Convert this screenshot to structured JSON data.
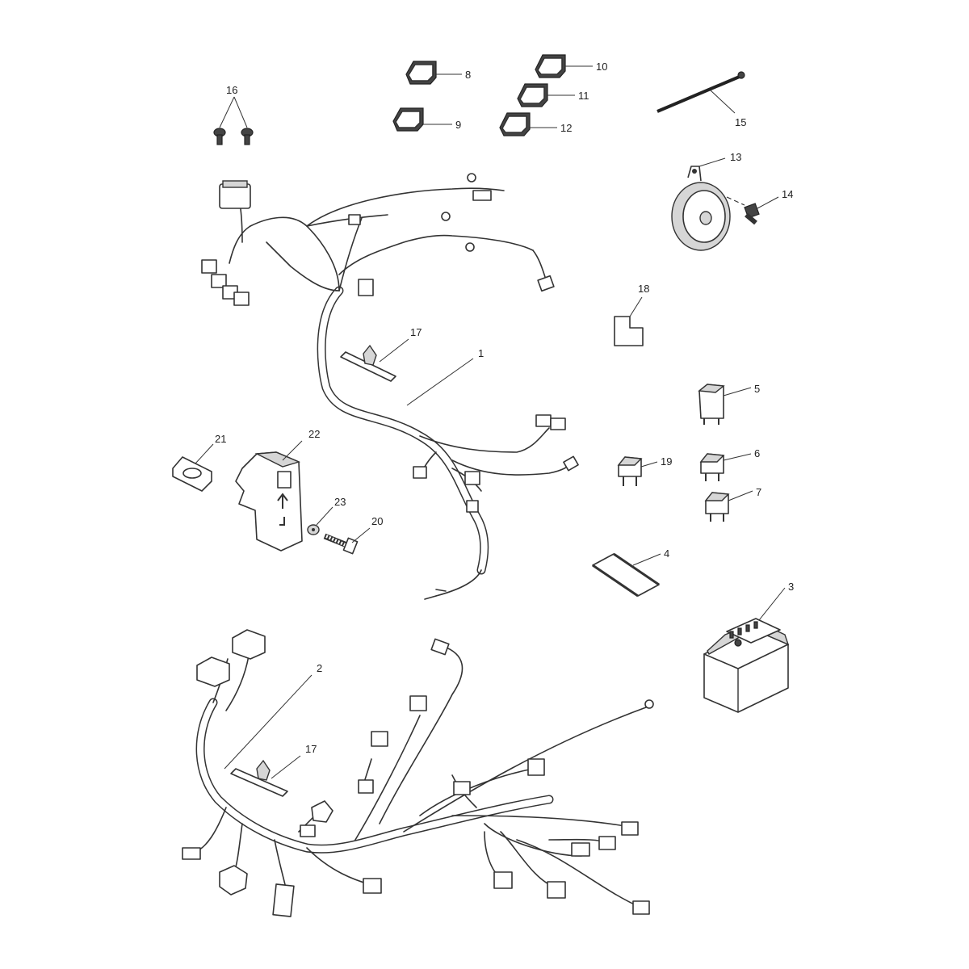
{
  "callouts": {
    "c1": "1",
    "c2": "2",
    "c3": "3",
    "c4": "4",
    "c5": "5",
    "c6": "6",
    "c7": "7",
    "c8": "8",
    "c9": "9",
    "c10": "10",
    "c11": "11",
    "c12": "12",
    "c13": "13",
    "c14": "14",
    "c15": "15",
    "c16": "16",
    "c17a": "17",
    "c17b": "17",
    "c18": "18",
    "c19": "19",
    "c20": "20",
    "c21": "21",
    "c22": "22",
    "c23": "23"
  },
  "colors": {
    "line": "#333333",
    "fill": "#ffffff",
    "shade": "#d6d6d6"
  },
  "parts": [
    "main-harness",
    "sub-harness",
    "battery",
    "battery-strap",
    "relay",
    "fuse-5",
    "fuse-7",
    "fuse-blade",
    "horn",
    "horn-bolt",
    "cable-tie",
    "screw",
    "harness-clip",
    "label",
    "relay-small",
    "bolt",
    "rubber-mount",
    "ecu-cover",
    "washer"
  ]
}
